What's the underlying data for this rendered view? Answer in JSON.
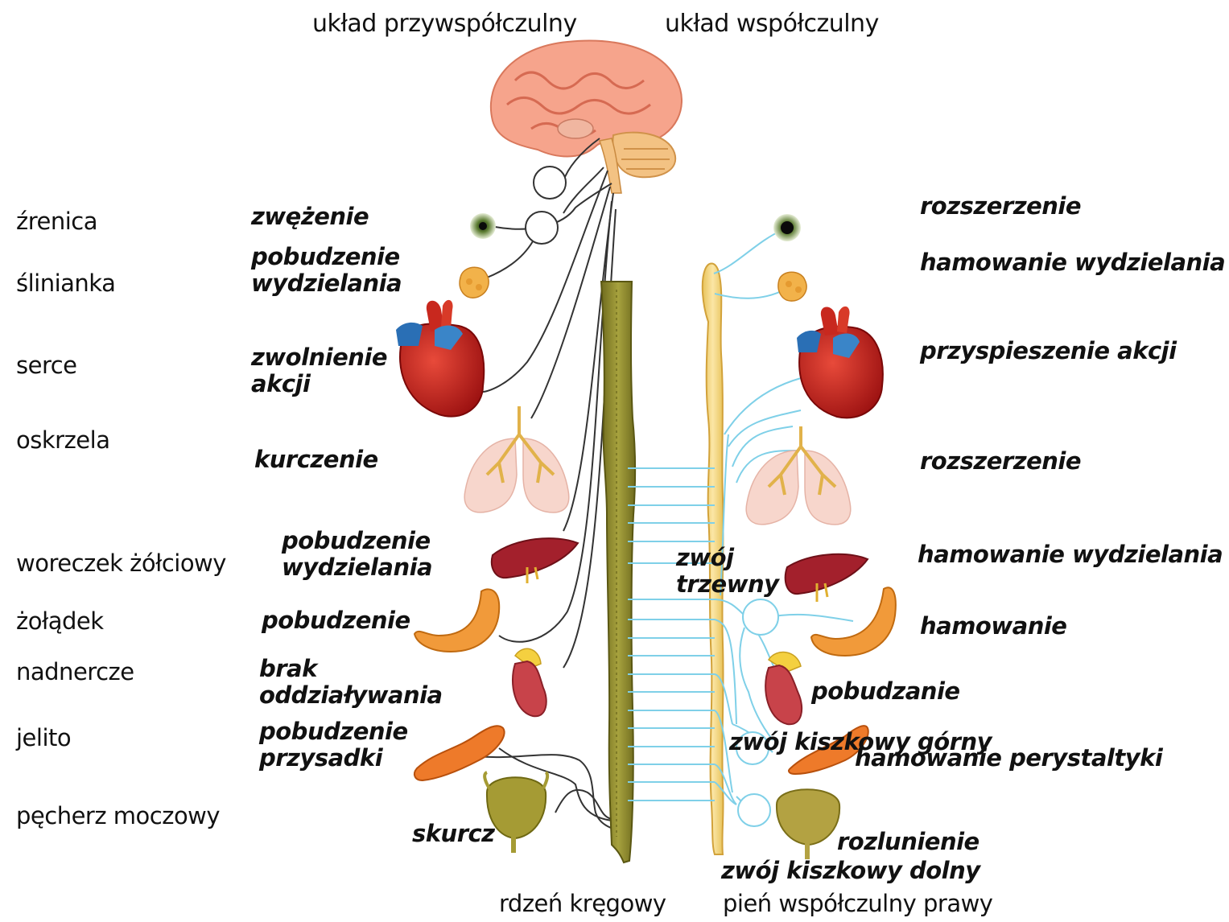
{
  "headers": {
    "parasympathetic": "układ przywspółczulny",
    "sympathetic": "układ współczulny"
  },
  "organs": {
    "pupil": "źrenica",
    "salivary": "ślinianka",
    "heart": "serce",
    "bronchi": "oskrzela",
    "gallbladder": "woreczek żółciowy",
    "stomach": "żołądek",
    "adrenal": "nadnercze",
    "intestine": "jelito",
    "bladder": "pęcherz moczowy"
  },
  "parasympathetic_effects": {
    "pupil": "zwężenie",
    "salivary": [
      "pobudzenie",
      "wydzielania"
    ],
    "heart": [
      "zwolnienie",
      "akcji"
    ],
    "bronchi": "kurczenie",
    "gallbladder": [
      "pobudzenie",
      "wydzielania"
    ],
    "stomach": "pobudzenie",
    "adrenal": [
      "brak",
      "oddziaływania"
    ],
    "intestine": [
      "pobudzenie",
      "przysadki"
    ],
    "bladder": "skurcz"
  },
  "sympathetic_effects": {
    "pupil": "rozszerzenie",
    "salivary": "hamowanie wydzielania",
    "heart": "przyspieszenie akcji",
    "bronchi": "rozszerzenie",
    "gallbladder": "hamowanie wydzielania",
    "stomach": "hamowanie",
    "adrenal": "pobudzanie",
    "intestine": "hamowanie perystaltyki",
    "bladder": "rozlunienie"
  },
  "ganglia": {
    "celiac": [
      "zwój",
      "trzewny"
    ],
    "superior_mesenteric": "zwój kiszkowy górny",
    "inferior_mesenteric": "zwój kiszkowy dolny"
  },
  "structures": {
    "spinal_cord": "rdzeń kręgowy",
    "sympathetic_trunk": "pień współczulny prawy"
  },
  "colors": {
    "parasympathetic_nerve": "#333333",
    "sympathetic_nerve": "#7fd0e8",
    "spinal_cord": "#8a8a2a",
    "sympathetic_trunk": "#f3d27a",
    "heart": "#c81e1e",
    "brain": "#f4a08a"
  }
}
